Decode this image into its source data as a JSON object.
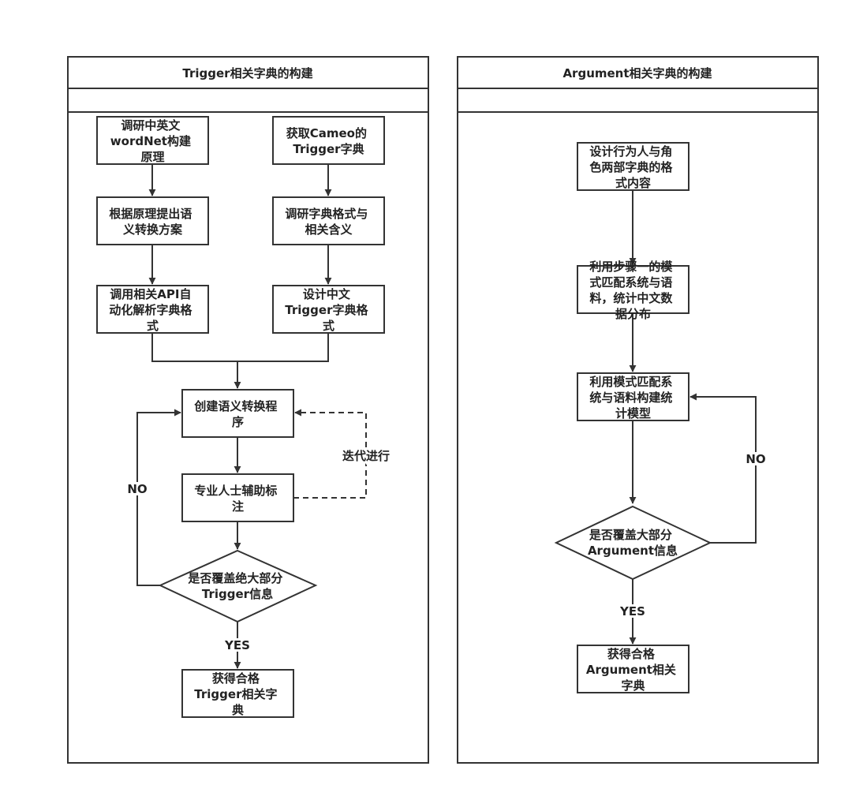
{
  "lanes": [
    {
      "id": "trigger",
      "title": "Trigger相关字典的构建"
    },
    {
      "id": "argument",
      "title": "Argument相关字典的构建"
    }
  ],
  "nodes": {
    "t1": [
      "调研中英文",
      "wordNet构建",
      "原理"
    ],
    "t2": [
      "根据原理提出语",
      "义转换方案"
    ],
    "t3": [
      "调用相关API自",
      "动化解析字典格",
      "式"
    ],
    "t4": [
      "获取Cameo的",
      "Trigger字典"
    ],
    "t5": [
      "调研字典格式与",
      "相关含义"
    ],
    "t6": [
      "设计中文",
      "Trigger字典格",
      "式"
    ],
    "t7": [
      "创建语义转换程",
      "序"
    ],
    "t8": [
      "专业人士辅助标",
      "注"
    ],
    "t9": [
      "是否覆盖绝大部分",
      "Trigger信息"
    ],
    "t10": [
      "获得合格",
      "Trigger相关字",
      "典"
    ],
    "a1": [
      "设计行为人与角",
      "色两部字典的格",
      "式内容"
    ],
    "a2": [
      "利用步骤一的模",
      "式匹配系统与语",
      "料，统计中文数",
      "据分布"
    ],
    "a3": [
      "利用模式匹配系",
      "统与语料构建统",
      "计模型"
    ],
    "a4": [
      "是否覆盖大部分",
      "Argument信息"
    ],
    "a5": [
      "获得合格",
      "Argument相关",
      "字典"
    ]
  },
  "edge_labels": {
    "iterate": "迭代进行",
    "t_no": "NO",
    "t_yes": "YES",
    "a_no": "NO",
    "a_yes": "YES"
  }
}
